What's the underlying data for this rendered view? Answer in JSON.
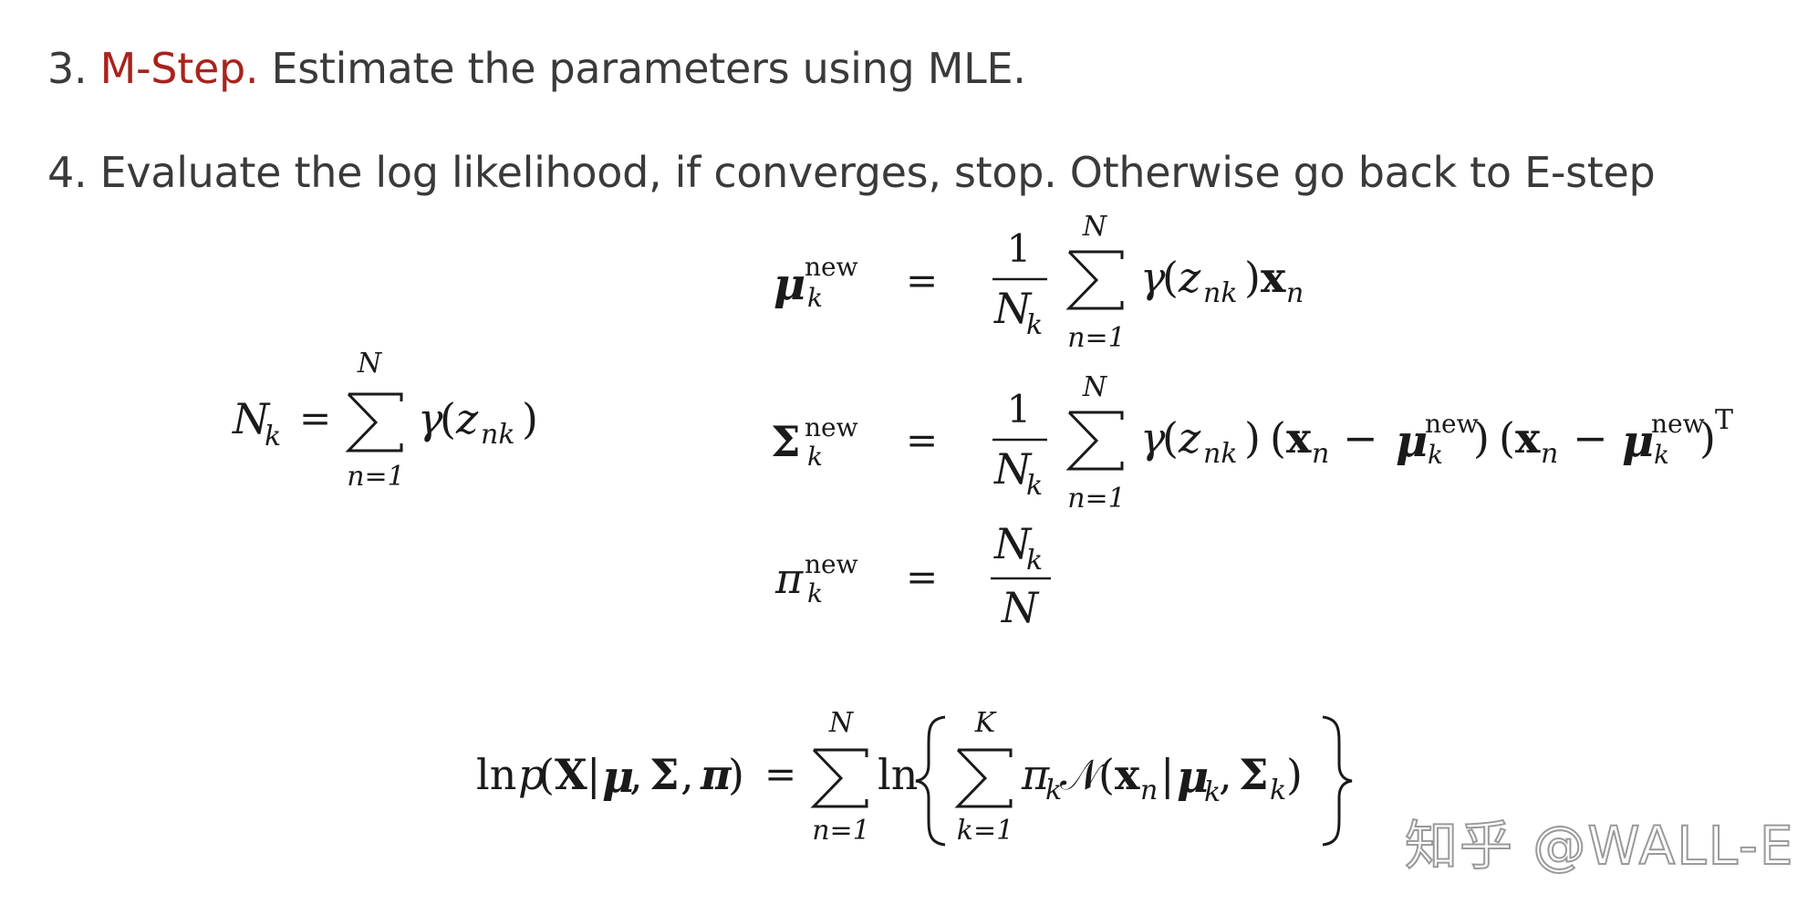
{
  "steps": [
    {
      "number": "3.",
      "keyword": "M-Step.",
      "text": " Estimate the parameters using MLE."
    },
    {
      "number": "4.",
      "text": "Evaluate the log likelihood, if converges, stop. Otherwise go back to E-step"
    }
  ],
  "colors": {
    "highlight": "#a8231d",
    "body_text": "#3a3a3a",
    "math": "#1a1a1a",
    "watermark": "#9a9a9a"
  },
  "math": {
    "sum_upper_N": "N",
    "sum_lower_n1": "n=1",
    "sum_upper_K": "K",
    "sum_lower_k1": "k=1",
    "new_sup": "new",
    "sub_k": "k",
    "sub_n": "n",
    "sub_nk": "nk",
    "one": "1",
    "Nk_sym": "N",
    "equals": "=",
    "minus": "−",
    "transpose": "T",
    "gamma": "γ",
    "z": "z",
    "x": "x",
    "mu": "μ",
    "Sigma": "Σ",
    "pi": "π",
    "ln": "ln",
    "p": "p",
    "X": "X",
    "pi_bold": "π",
    "Ncal": "𝒩"
  },
  "watermark": "知乎 @WALL-E"
}
